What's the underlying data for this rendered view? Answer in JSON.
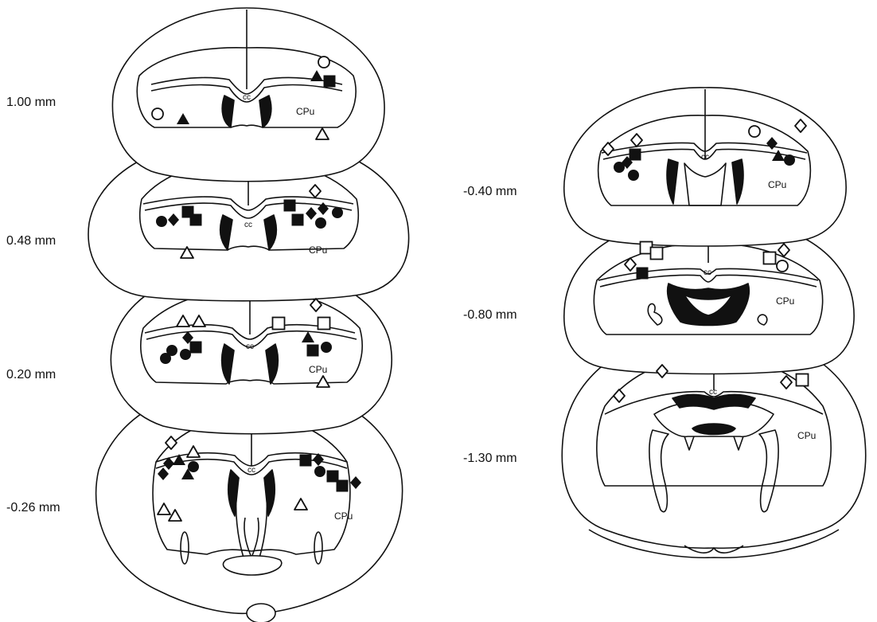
{
  "left_column": {
    "levels": [
      "1.00 mm",
      "0.48 mm",
      "0.20 mm",
      "-0.26 mm"
    ]
  },
  "right_column": {
    "levels": [
      "-0.40 mm",
      "-0.80 mm",
      "-1.30 mm"
    ]
  },
  "labels": {
    "corpus_callosum": "cc",
    "caudate_putamen": "CPu"
  },
  "marker_legend": {
    "filled_circle": "filled-circle-marker",
    "open_circle": "open-circle-marker",
    "filled_square": "filled-square-marker",
    "open_square": "open-square-marker",
    "filled_triangle": "filled-triangle-marker",
    "open_triangle": "open-triangle-marker",
    "filled_diamond": "filled-diamond-marker",
    "open_diamond": "open-diamond-marker"
  },
  "colors": {
    "ink": "#111111",
    "paper": "#ffffff"
  }
}
